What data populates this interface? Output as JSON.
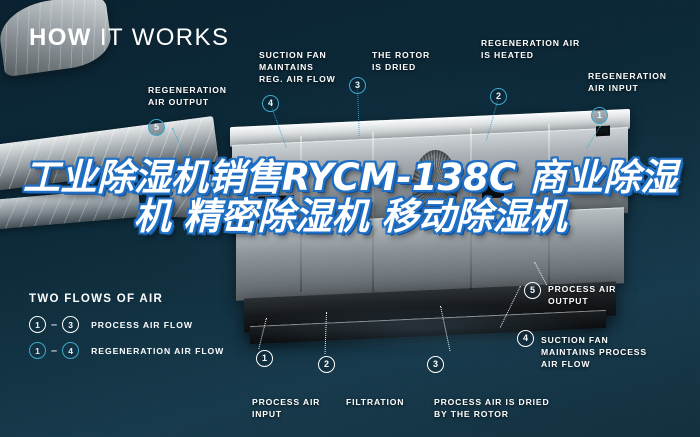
{
  "title": {
    "bold": "HOW",
    "light": " IT WORKS"
  },
  "colors": {
    "background_dark": "#0a2231",
    "background_light": "#17384a",
    "accent_blue": "#37a6cc",
    "overlay_outline": "#1f6fc4",
    "text_white": "#ffffff"
  },
  "callouts": [
    {
      "num": "5",
      "label": "REGENERATION\nAIR OUTPUT",
      "style": "blue"
    },
    {
      "num": "4",
      "label": "SUCTION FAN\nMAINTAINS\nREG. AIR FLOW",
      "style": "blue"
    },
    {
      "num": "3",
      "label": "THE ROTOR\nIS DRIED",
      "style": "blue"
    },
    {
      "num": "2",
      "label": "REGENERATION AIR\nIS HEATED",
      "style": "blue"
    },
    {
      "num": "1",
      "label": "REGENERATION\nAIR INPUT",
      "style": "blue"
    },
    {
      "num": "1",
      "label": "PROCESS AIR\nINPUT",
      "style": "white"
    },
    {
      "num": "2",
      "label": "FILTRATION",
      "style": "white"
    },
    {
      "num": "3",
      "label": "PROCESS AIR IS DRIED\nBY THE ROTOR",
      "style": "white"
    },
    {
      "num": "4",
      "label": "SUCTION FAN\nMAINTAINS PROCESS\nAIR FLOW",
      "style": "white"
    },
    {
      "num": "5",
      "label": "PROCESS AIR\nOUTPUT",
      "style": "white"
    }
  ],
  "legend": {
    "title": "TWO FLOWS OF AIR",
    "rows": [
      {
        "from": "1",
        "dash": "–",
        "to": "3",
        "label": "PROCESS AIR FLOW",
        "style": "white"
      },
      {
        "from": "1",
        "dash": "–",
        "to": "4",
        "label": "REGENERATION AIR FLOW",
        "style": "blue"
      }
    ]
  },
  "overlay": {
    "text": "工业除湿机销售RYCM-138C 商业除湿机 精密除湿机 移动除湿机"
  }
}
